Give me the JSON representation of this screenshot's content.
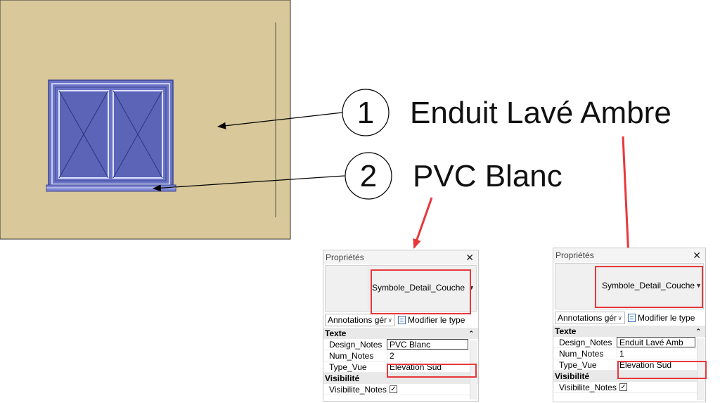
{
  "colors": {
    "wall": "#d8c89a",
    "window_frame": "#5b64a8",
    "window_glass": "#6b73c6",
    "highlight": "#e8383b",
    "arrow": "#e8383b"
  },
  "callouts": [
    {
      "number": "1",
      "text": "Enduit Lavé Ambre"
    },
    {
      "number": "2",
      "text": "PVC Blanc"
    }
  ],
  "panels": [
    {
      "title": "Propriétés",
      "close_icon": "close-icon",
      "type_name": "Symbole_Detail_Couche",
      "selector": "Annotations gér",
      "edit_type": "Modifier le type",
      "group_text": "Texte",
      "group_visibility": "Visibilité",
      "params": [
        {
          "name": "Design_Notes",
          "value": "PVC Blanc"
        },
        {
          "name": "Num_Notes",
          "value": "2"
        },
        {
          "name": "Type_Vue",
          "value": "Elevation Sud"
        }
      ],
      "visibility_param": {
        "name": "Visibilite_Notes",
        "checked": true
      }
    },
    {
      "title": "Propriétés",
      "close_icon": "close-icon",
      "type_name": "Symbole_Detail_Couche",
      "selector": "Annotations gér",
      "edit_type": "Modifier le type",
      "group_text": "Texte",
      "group_visibility": "Visibilité",
      "params": [
        {
          "name": "Design_Notes",
          "value": "Enduit Lavé Amb"
        },
        {
          "name": "Num_Notes",
          "value": "1"
        },
        {
          "name": "Type_Vue",
          "value": "Elevation Sud"
        }
      ],
      "visibility_param": {
        "name": "Visibilite_Notes",
        "checked": true
      }
    }
  ]
}
